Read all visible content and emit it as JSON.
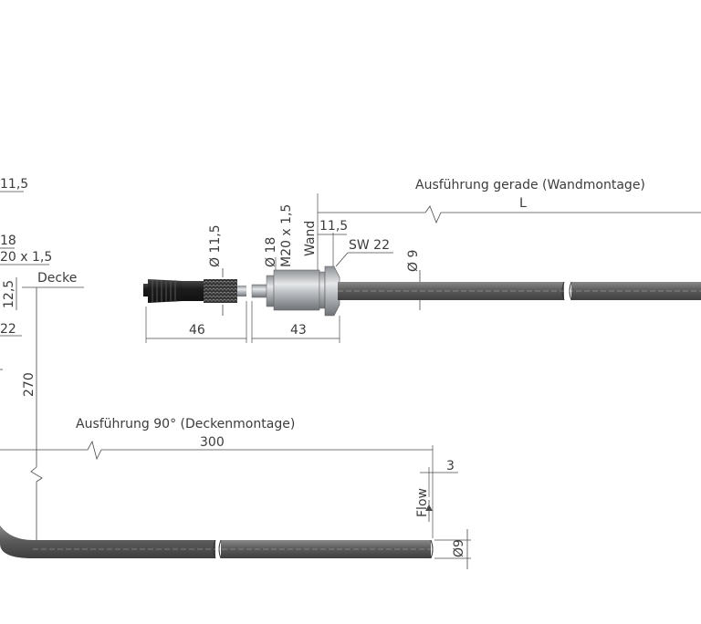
{
  "views": {
    "straight": {
      "title": "Ausführung gerade (Wandmontage)",
      "length_symbol": "L",
      "connector_dia": "Ø 11,5",
      "body_dia": "Ø 18",
      "thread": "M20 x 1,5",
      "wall": "Wand",
      "wall_offset": "11,5",
      "wrench": "SW 22",
      "tube_dia": "Ø 9",
      "plug_length": "46",
      "body_length": "43"
    },
    "angled": {
      "title": "Ausführung 90° (Deckenmontage)",
      "length": "300",
      "vertical": "270",
      "ceiling": "Decke",
      "tip": "3",
      "flow": "Flow",
      "tube_dia": "Ø9",
      "cut_top": "11,5",
      "cut_dia": "18",
      "cut_thread": "20 x 1,5",
      "cut_offset": "12,5",
      "cut_wrench": "22"
    }
  },
  "colors": {
    "tube": "#5c5c5c",
    "metal": "#b4b8bc",
    "line": "#4a4a4a",
    "text": "#3c3c3c"
  }
}
